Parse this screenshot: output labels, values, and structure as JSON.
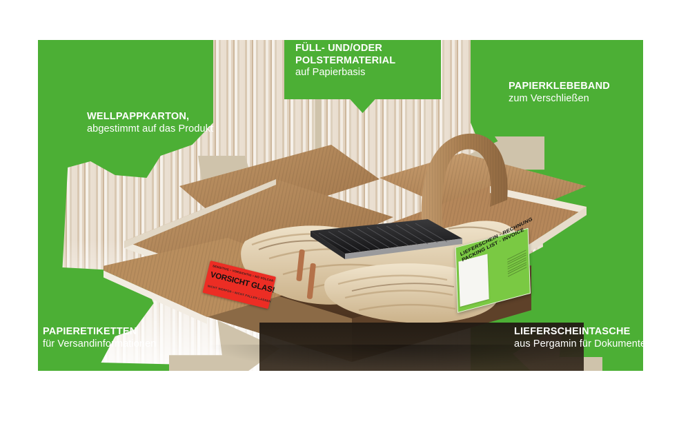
{
  "graphic": {
    "type": "packaging-infographic",
    "language": "de",
    "colors": {
      "green": "#4CAF35",
      "beige_arrow": "#CFC3AB",
      "cardboard": "#B98E5E",
      "cardboard_dark": "#8C6239",
      "label_red": "#EC2D24",
      "pouch_green": "#7AC943",
      "text_white": "#FFFFFF"
    }
  },
  "callouts": [
    {
      "id": "wellpappkarton",
      "title": "WELLPAPPKARTON,",
      "subtitle": "abgestimmt auf das Produkt"
    },
    {
      "id": "fuell-polstermaterial",
      "title_line1": "FÜLL- UND/ODER",
      "title_line2": "POLSTERMATERIAL",
      "subtitle": "auf Papierbasis"
    },
    {
      "id": "papierklebeband",
      "title": "PAPIERKLEBEBAND",
      "subtitle": "zum Verschließen"
    },
    {
      "id": "papieretiketten",
      "title": "PAPIERETIKETTEN",
      "subtitle": "für Versandinformationen"
    },
    {
      "id": "lieferscheintasche",
      "title": "LIEFERSCHEINTASCHE",
      "subtitle": "aus Pergamin für Dokumente"
    }
  ],
  "stickers": {
    "fragile_label": {
      "top_strip": "SENSITIVE • VORSICHTIG • NO VOLCAR",
      "main_text": "VORSICHT GLAS!",
      "bottom_strip": "NICHT WERFEN  •  NICHT FALLEN LASSEN"
    },
    "document_pouch": {
      "line1": "LIEFERSCHEIN · RECHNUNG",
      "line2": "PACKING LIST · INVOICE"
    }
  }
}
